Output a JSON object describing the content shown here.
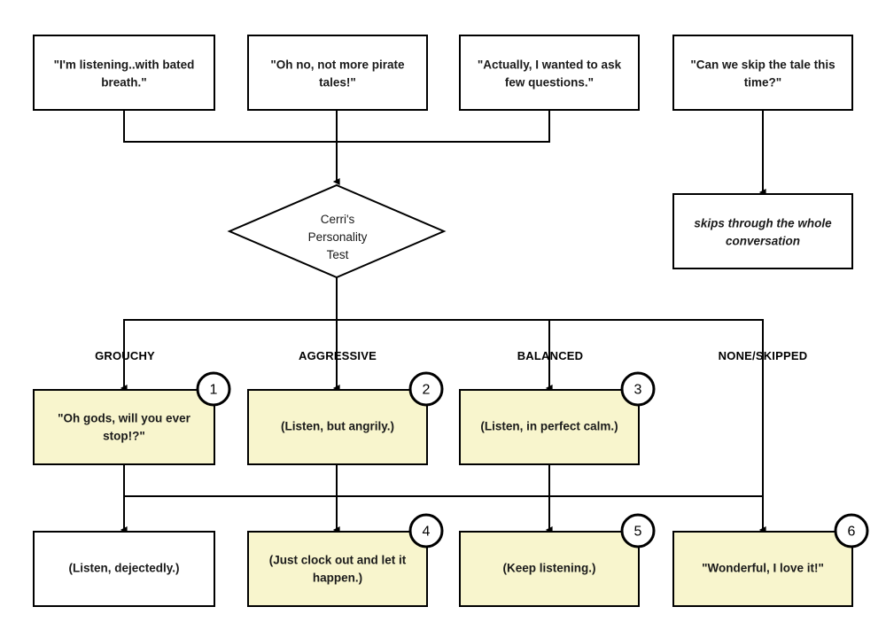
{
  "chart_data": {
    "type": "diagram",
    "title": "Cerri's Personality Test dialogue flowchart",
    "nodes": [
      {
        "id": "opt1",
        "shape": "rect",
        "fill": "white",
        "text": "\"I'm listening..with bated breath.\""
      },
      {
        "id": "opt2",
        "shape": "rect",
        "fill": "white",
        "text": "\"Oh no, not more pirate tales!\""
      },
      {
        "id": "opt3",
        "shape": "rect",
        "fill": "white",
        "text": "\"Actually, I wanted to ask few questions.\""
      },
      {
        "id": "opt4",
        "shape": "rect",
        "fill": "white",
        "text": "\"Can we skip the tale this time?\""
      },
      {
        "id": "test",
        "shape": "diamond",
        "fill": "white",
        "text": "Cerri's Personality Test"
      },
      {
        "id": "skip",
        "shape": "rect",
        "fill": "white",
        "text": "skips through the whole conversation",
        "style": "italic"
      },
      {
        "id": "r1c1",
        "shape": "rect",
        "fill": "yellow",
        "text": "\"Oh gods, will you ever stop!?\"",
        "badge": "1"
      },
      {
        "id": "r1c2",
        "shape": "rect",
        "fill": "yellow",
        "text": "(Listen, but angrily.)",
        "badge": "2"
      },
      {
        "id": "r1c3",
        "shape": "rect",
        "fill": "yellow",
        "text": "(Listen, in perfect calm.)",
        "badge": "3"
      },
      {
        "id": "r2c1",
        "shape": "rect",
        "fill": "white",
        "text": "(Listen, dejectedly.)"
      },
      {
        "id": "r2c2",
        "shape": "rect",
        "fill": "yellow",
        "text": "(Just clock out and let it happen.)",
        "badge": "4"
      },
      {
        "id": "r2c3",
        "shape": "rect",
        "fill": "yellow",
        "text": "(Keep listening.)",
        "badge": "5"
      },
      {
        "id": "r2c4",
        "shape": "rect",
        "fill": "yellow",
        "text": "\"Wonderful, I love it!\"",
        "badge": "6"
      }
    ],
    "branch_labels": [
      "GROUCHY",
      "AGGRESSIVE",
      "BALANCED",
      "NONE/SKIPPED"
    ],
    "colors": {
      "yellow": "#f8f5cd",
      "white": "#ffffff",
      "stroke": "#000000"
    }
  },
  "boxes": {
    "opt1": {
      "line1": "\"I'm listening..with bated",
      "line2": "breath.\""
    },
    "opt2": {
      "line1": "\"Oh no, not more pirate",
      "line2": "tales!\""
    },
    "opt3": {
      "line1": "\"Actually, I wanted to ask",
      "line2": "few questions.\""
    },
    "opt4": {
      "line1": "\"Can we skip the tale this",
      "line2": "time?\""
    },
    "skip": {
      "line1": "skips through the whole",
      "line2": "conversation"
    },
    "r1c1": {
      "line1": "\"Oh gods, will you ever",
      "line2": "stop!?\""
    },
    "r1c2": {
      "line1": "(Listen, but angrily.)",
      "line2": ""
    },
    "r1c3": {
      "line1": "(Listen, in perfect calm.)",
      "line2": ""
    },
    "r2c1": {
      "line1": "(Listen, dejectedly.)",
      "line2": ""
    },
    "r2c2": {
      "line1": "(Just clock out and let it",
      "line2": "happen.)"
    },
    "r2c3": {
      "line1": "(Keep listening.)",
      "line2": ""
    },
    "r2c4": {
      "line1": "\"Wonderful, I love it!\"",
      "line2": ""
    }
  },
  "diamond": {
    "line1": "Cerri's",
    "line2": "Personality",
    "line3": "Test"
  },
  "branch_labels": {
    "l1": "GROUCHY",
    "l2": "AGGRESSIVE",
    "l3": "BALANCED",
    "l4": "NONE/SKIPPED"
  },
  "badges": {
    "b1": "1",
    "b2": "2",
    "b3": "3",
    "b4": "4",
    "b5": "5",
    "b6": "6"
  }
}
